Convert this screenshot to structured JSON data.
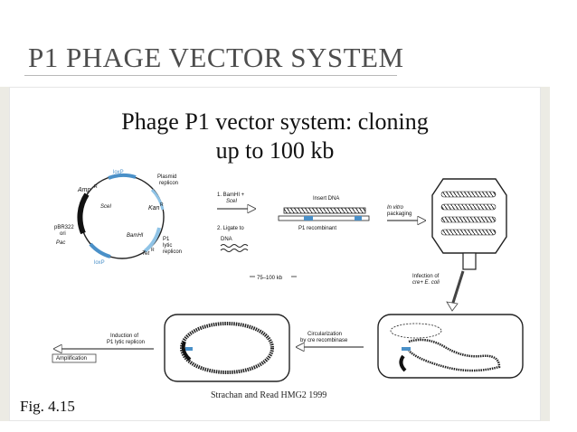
{
  "slide": {
    "title": "P1 PHAGE VECTOR SYSTEM"
  },
  "figure": {
    "heading_line1": "Phage P1 vector system: cloning",
    "heading_line2": "up to 100 kb",
    "labels": {
      "loxp_top": "loxP",
      "plasmid_replicon": "Plasmid replicon",
      "amp": "Amp",
      "amp_sup": "R",
      "scei": "SceI",
      "pbr322": "pBR322",
      "ori": "ori",
      "pac": "Pac",
      "bamhi_left": "BamHI",
      "kan": "Kan",
      "kan_sup": "R",
      "p1": "P1",
      "lytic": "lytic",
      "replicon": "replicon",
      "tet": "Tet",
      "tet_sup": "R",
      "loxp_bottom": "loxP",
      "step1": "1. BamHI +",
      "step1b": "SceI",
      "step2": "2. Ligate to",
      "step2b": "DNA",
      "insert_dna": "Insert DNA",
      "p1_recombinant": "P1 recombinant",
      "in_vitro": "In vitro",
      "packaging": "packaging",
      "size_range": "75–100 kb",
      "infection_of": "Infection of",
      "cre_ecoli": "cre+ E. coli",
      "circularization": "Circularization",
      "by_cre": "by cre recombinase",
      "induction_of": "Induction of",
      "p1_lytic_replicon": "P1 lytic replicon",
      "amplification": "Amplification"
    },
    "caption": "Fig. 4.15",
    "credit": "Strachan and Read HMG2 1999"
  },
  "colors": {
    "title": "#4d4d4d",
    "accent_blue": "#4a90c8",
    "light_blue": "#8fc3e6",
    "dna": "#222222"
  }
}
